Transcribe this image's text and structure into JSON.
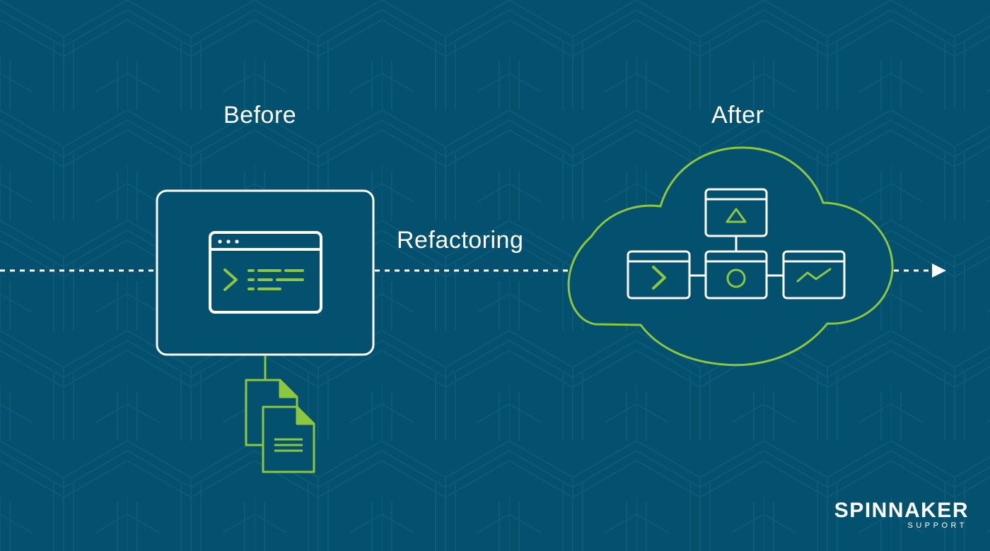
{
  "labels": {
    "before": "Before",
    "after": "After",
    "process": "Refactoring"
  },
  "logo": {
    "name": "SPINNAKER",
    "sub": "SUPPORT"
  },
  "colors": {
    "background": "#03506f",
    "pattern": "#0b5a79",
    "accent": "#8dc63f",
    "line": "#ffffff"
  },
  "icons": {
    "legacy_app": "terminal-window-icon",
    "files": "document-stack-icon",
    "cloud": "cloud-icon",
    "services": [
      "prompt-service-icon",
      "triangle-service-icon",
      "circle-service-icon",
      "chart-service-icon"
    ]
  }
}
